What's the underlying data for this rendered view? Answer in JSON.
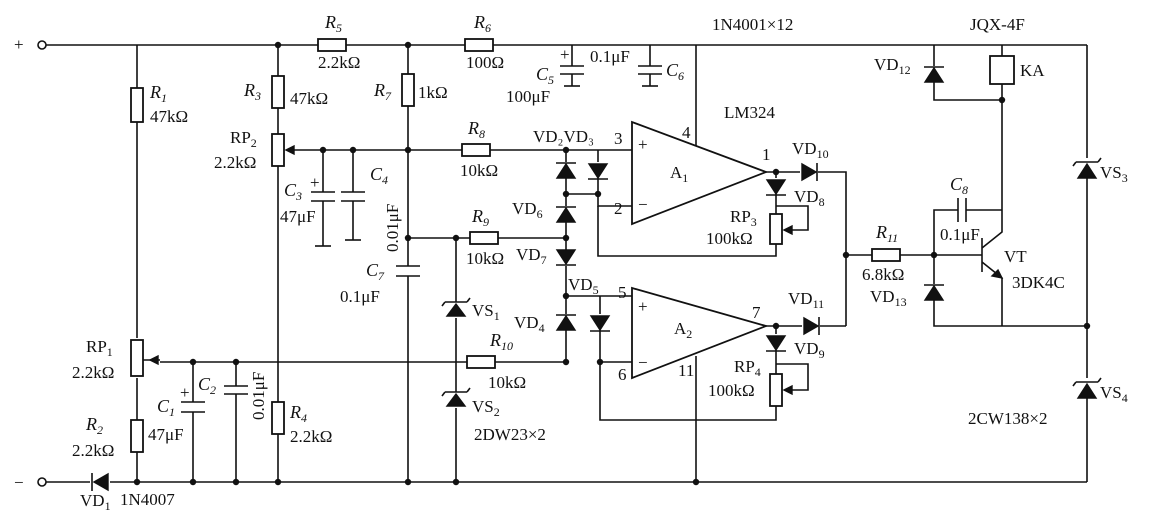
{
  "terminals": {
    "plus": "+",
    "minus": "−"
  },
  "labels": {
    "R5": {
      "name": "R",
      "sub": "5",
      "value": "2.2kΩ"
    },
    "R6": {
      "name": "R",
      "sub": "6",
      "value": "100Ω"
    },
    "R1": {
      "name": "R",
      "sub": "1",
      "value": "47kΩ"
    },
    "R3": {
      "name": "R",
      "sub": "3",
      "value": "47kΩ"
    },
    "R7": {
      "name": "R",
      "sub": "7",
      "value": "1kΩ"
    },
    "R8": {
      "name": "R",
      "sub": "8",
      "value": "10kΩ"
    },
    "R9": {
      "name": "R",
      "sub": "9",
      "value": "10kΩ"
    },
    "R10": {
      "name": "R",
      "sub": "10",
      "value": "10kΩ"
    },
    "R11": {
      "name": "R",
      "sub": "11",
      "value": "6.8kΩ"
    },
    "R2": {
      "name": "R",
      "sub": "2",
      "value": "2.2kΩ"
    },
    "R4": {
      "name": "R",
      "sub": "4",
      "value": "2.2kΩ"
    },
    "RP1": {
      "name": "RP",
      "sub": "1",
      "value": "2.2kΩ"
    },
    "RP2": {
      "name": "RP",
      "sub": "2",
      "value": "2.2kΩ"
    },
    "RP3": {
      "name": "RP",
      "sub": "3",
      "value": "100kΩ"
    },
    "RP4": {
      "name": "RP",
      "sub": "4",
      "value": "100kΩ"
    },
    "C1": {
      "name": "C",
      "sub": "1",
      "value": "47μF"
    },
    "C2": {
      "name": "C",
      "sub": "2",
      "value": "0.01μF"
    },
    "C3": {
      "name": "C",
      "sub": "3",
      "value": "47μF"
    },
    "C4": {
      "name": "C",
      "sub": "4",
      "value": "0.01μF"
    },
    "C5": {
      "name": "C",
      "sub": "5",
      "value": "100μF"
    },
    "C6": {
      "name": "C",
      "sub": "6",
      "value": "0.1μF"
    },
    "C7": {
      "name": "C",
      "sub": "7",
      "value": "0.1μF"
    },
    "C8": {
      "name": "C",
      "sub": "8",
      "value": "0.1μF"
    },
    "VD1": {
      "name": "VD",
      "sub": "1"
    },
    "VD2VD3": {
      "text": "VD₂VD₃"
    },
    "VD4": {
      "name": "VD",
      "sub": "4"
    },
    "VD5": {
      "name": "VD",
      "sub": "5"
    },
    "VD6": {
      "name": "VD",
      "sub": "6"
    },
    "VD7": {
      "name": "VD",
      "sub": "7"
    },
    "VD8": {
      "name": "VD",
      "sub": "8"
    },
    "VD9": {
      "name": "VD",
      "sub": "9"
    },
    "VD10": {
      "name": "VD",
      "sub": "10"
    },
    "VD11": {
      "name": "VD",
      "sub": "11"
    },
    "VD12": {
      "name": "VD",
      "sub": "12"
    },
    "VD13": {
      "name": "VD",
      "sub": "13"
    },
    "VS1": {
      "name": "VS",
      "sub": "1"
    },
    "VS2": {
      "name": "VS",
      "sub": "2"
    },
    "VS3": {
      "name": "VS",
      "sub": "3"
    },
    "VS4": {
      "name": "VS",
      "sub": "4"
    },
    "A1": {
      "name": "A",
      "sub": "1"
    },
    "A2": {
      "name": "A",
      "sub": "2"
    },
    "VT": "VT",
    "KA": "KA"
  },
  "part_numbers": {
    "diodes": "1N4001×12",
    "relay": "JQX-4F",
    "opamp": "LM324",
    "vd1": "1N4007",
    "zener12": "2DW23×2",
    "zener34": "2CW138×2",
    "transistor": "3DK4C"
  },
  "pins": {
    "a1_plus": "3",
    "a1_minus": "2",
    "a1_out": "1",
    "a1_vcc": "4",
    "a2_plus": "5",
    "a2_minus": "6",
    "a2_out": "7",
    "a2_gnd": "11"
  },
  "polarity": {
    "plus": "+",
    "minus": "−"
  }
}
